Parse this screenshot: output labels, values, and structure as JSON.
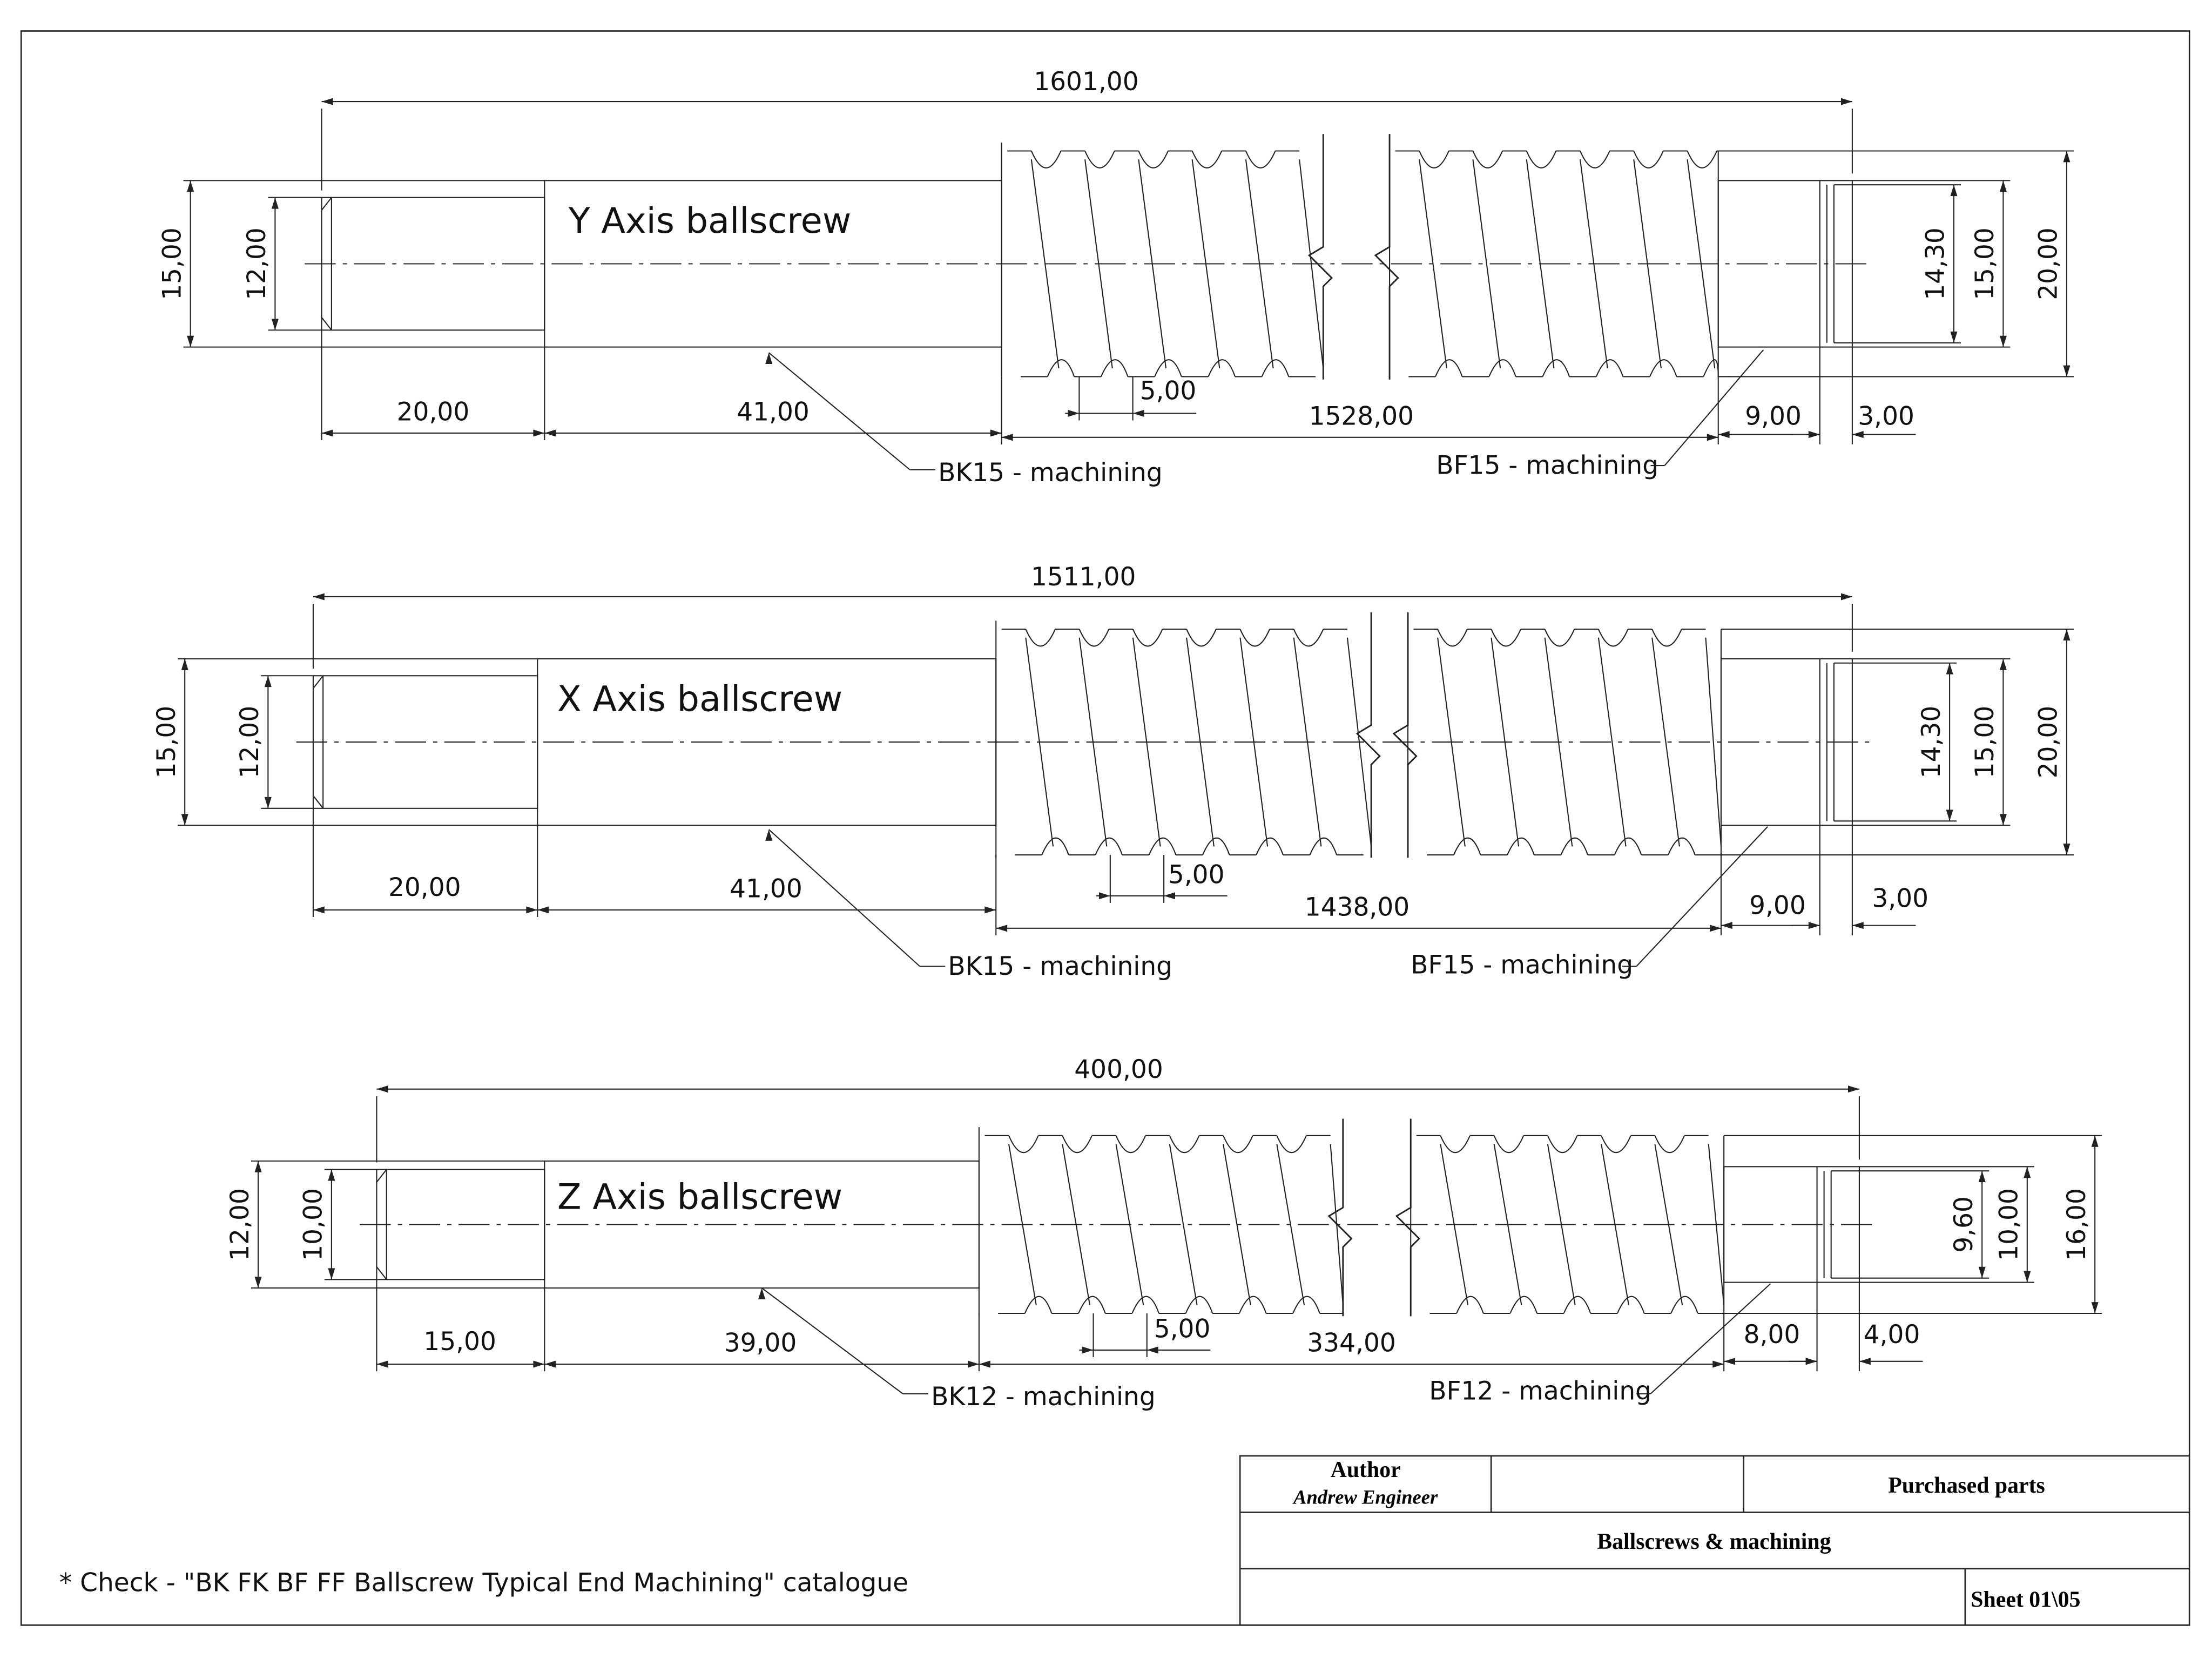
{
  "screws": [
    {
      "title": "Y Axis ballscrew",
      "total": "1601,00",
      "d_left_outer": "15,00",
      "d_left_inner": "12,00",
      "d_right_1": "14,30",
      "d_right_2": "15,00",
      "d_right_3": "20,00",
      "len_end": "20,00",
      "len_bk": "41,00",
      "pitch": "5,00",
      "len_thread": "1528,00",
      "len_bf": "9,00",
      "len_groove": "3,00",
      "bk_label": "BK15 - machining",
      "bf_label": "BF15 - machining"
    },
    {
      "title": "X Axis ballscrew",
      "total": "1511,00",
      "d_left_outer": "15,00",
      "d_left_inner": "12,00",
      "d_right_1": "14,30",
      "d_right_2": "15,00",
      "d_right_3": "20,00",
      "len_end": "20,00",
      "len_bk": "41,00",
      "pitch": "5,00",
      "len_thread": "1438,00",
      "len_bf": "9,00",
      "len_groove": "3,00",
      "bk_label": "BK15 - machining",
      "bf_label": "BF15 - machining"
    },
    {
      "title": "Z Axis ballscrew",
      "total": "400,00",
      "d_left_outer": "12,00",
      "d_left_inner": "10,00",
      "d_right_1": "9,60",
      "d_right_2": "10,00",
      "d_right_3": "16,00",
      "len_end": "15,00",
      "len_bk": "39,00",
      "pitch": "5,00",
      "len_thread": "334,00",
      "len_bf": "8,00",
      "len_groove": "4,00",
      "bk_label": "BK12 - machining",
      "bf_label": "BF12 - machining"
    }
  ],
  "note": "* Check - \"BK FK BF FF Ballscrew Typical End Machining\" catalogue",
  "title_block": {
    "author_label": "Author",
    "author_name": "Andrew Engineer",
    "category": "Purchased parts",
    "drawing_title": "Ballscrews & machining",
    "sheet": "Sheet  01\\05"
  }
}
